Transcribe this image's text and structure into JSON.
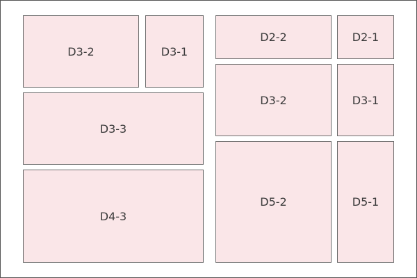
{
  "colors": {
    "panel_fill": "#fae6e8",
    "panel_border": "#6b6b6b",
    "frame_border": "#555555",
    "background": "#ffffff"
  },
  "panels": [
    {
      "label": "D3-2"
    },
    {
      "label": "D3-1"
    },
    {
      "label": "D3-3"
    },
    {
      "label": "D4-3"
    },
    {
      "label": "D2-2"
    },
    {
      "label": "D2-1"
    },
    {
      "label": "D3-2"
    },
    {
      "label": "D3-1"
    },
    {
      "label": "D5-2"
    },
    {
      "label": "D5-1"
    }
  ]
}
